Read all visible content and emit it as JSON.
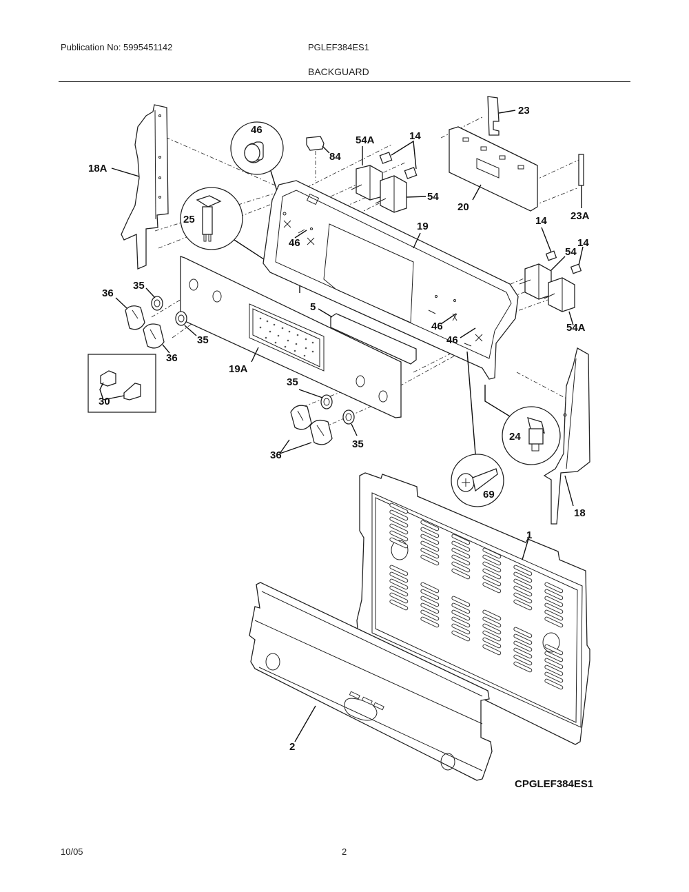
{
  "header": {
    "publication": "Publication No: 5995451142",
    "model": "PGLEF384ES1",
    "section": "BACKGUARD"
  },
  "footer": {
    "date": "10/05",
    "page": "2"
  },
  "diagram": {
    "code": "CPGLEF384ES1",
    "callouts": {
      "p18A": "18A",
      "p46_detail": "46",
      "p84": "84",
      "p54A_top": "54A",
      "p14_top": "14",
      "p54_top": "54",
      "p23": "23",
      "p20": "20",
      "p23A": "23A",
      "p25": "25",
      "p19": "19",
      "p46_a": "46",
      "p14_r1": "14",
      "p54_r": "54",
      "p14_r2": "14",
      "p35_a": "35",
      "p36_a": "36",
      "p5": "5",
      "p46_b": "46",
      "p46_c": "46",
      "p54A_r": "54A",
      "p35_b": "35",
      "p36_b": "36",
      "p19A": "19A",
      "p30": "30",
      "p35_c": "35",
      "p35_d": "35",
      "p36_c": "36",
      "p24": "24",
      "p69": "69",
      "p18": "18",
      "p1": "1",
      "p2": "2"
    }
  }
}
